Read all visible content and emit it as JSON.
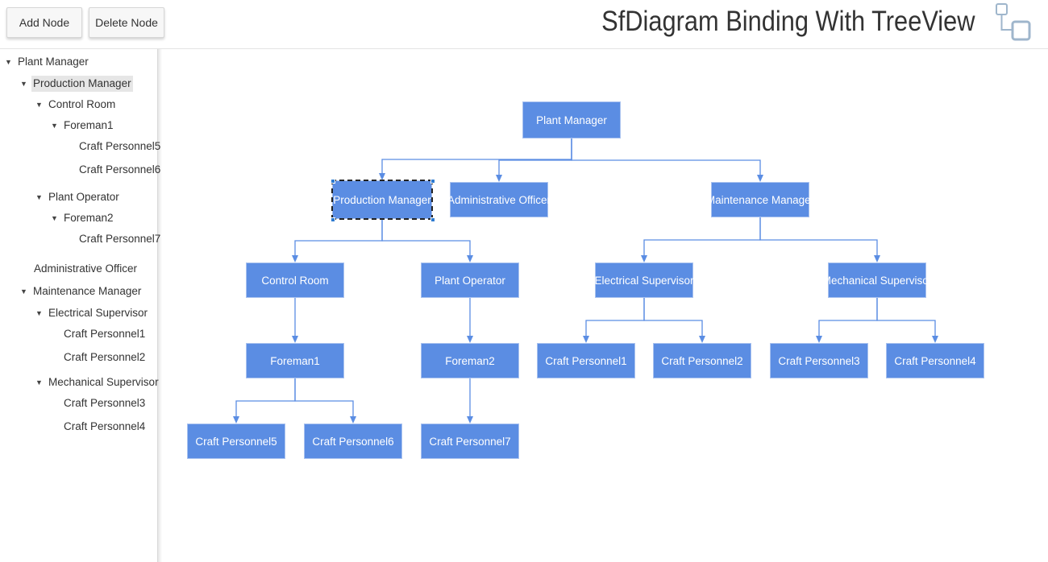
{
  "toolbar": {
    "add_label": "Add Node",
    "delete_label": "Delete Node"
  },
  "header": {
    "title": "SfDiagram Binding With TreeView",
    "logo_icon": "diagram-logo-icon"
  },
  "colors": {
    "node_fill": "#5b8de3",
    "connector": "#5b8de3",
    "selection_handle": "#2e7bd1"
  },
  "tree": {
    "items": [
      {
        "label": "Plant Manager",
        "expanded": true
      },
      {
        "label": "Production Manager",
        "expanded": true,
        "selected": true
      },
      {
        "label": "Control Room",
        "expanded": true
      },
      {
        "label": "Foreman1",
        "expanded": true
      },
      {
        "label": "Craft Personnel5"
      },
      {
        "label": "Craft Personnel6"
      },
      {
        "label": "Plant Operator",
        "expanded": true
      },
      {
        "label": "Foreman2",
        "expanded": true
      },
      {
        "label": "Craft Personnel7"
      },
      {
        "label": "Administrative Officer"
      },
      {
        "label": "Maintenance Manager",
        "expanded": true
      },
      {
        "label": "Electrical Supervisor",
        "expanded": true
      },
      {
        "label": "Craft Personnel1"
      },
      {
        "label": "Craft Personnel2"
      },
      {
        "label": "Mechanical Supervisor",
        "expanded": true
      },
      {
        "label": "Craft Personnel3"
      },
      {
        "label": "Craft Personnel4"
      }
    ]
  },
  "diagram": {
    "selected_node": "Production Manager",
    "nodes": [
      {
        "label": "Plant Manager",
        "parent": null
      },
      {
        "label": "Production Manager",
        "parent": "Plant Manager"
      },
      {
        "label": "Administrative Officer",
        "parent": "Plant Manager"
      },
      {
        "label": "Maintenance Manager",
        "parent": "Plant Manager"
      },
      {
        "label": "Control Room",
        "parent": "Production Manager"
      },
      {
        "label": "Plant Operator",
        "parent": "Production Manager"
      },
      {
        "label": "Electrical Supervisor",
        "parent": "Maintenance Manager"
      },
      {
        "label": "Mechanical Supervisor",
        "parent": "Maintenance Manager"
      },
      {
        "label": "Foreman1",
        "parent": "Control Room"
      },
      {
        "label": "Foreman2",
        "parent": "Plant Operator"
      },
      {
        "label": "Craft Personnel1",
        "parent": "Electrical Supervisor"
      },
      {
        "label": "Craft Personnel2",
        "parent": "Electrical Supervisor"
      },
      {
        "label": "Craft Personnel3",
        "parent": "Mechanical Supervisor"
      },
      {
        "label": "Craft Personnel4",
        "parent": "Mechanical Supervisor"
      },
      {
        "label": "Craft Personnel5",
        "parent": "Foreman1"
      },
      {
        "label": "Craft Personnel6",
        "parent": "Foreman1"
      },
      {
        "label": "Craft Personnel7",
        "parent": "Foreman2"
      }
    ]
  }
}
